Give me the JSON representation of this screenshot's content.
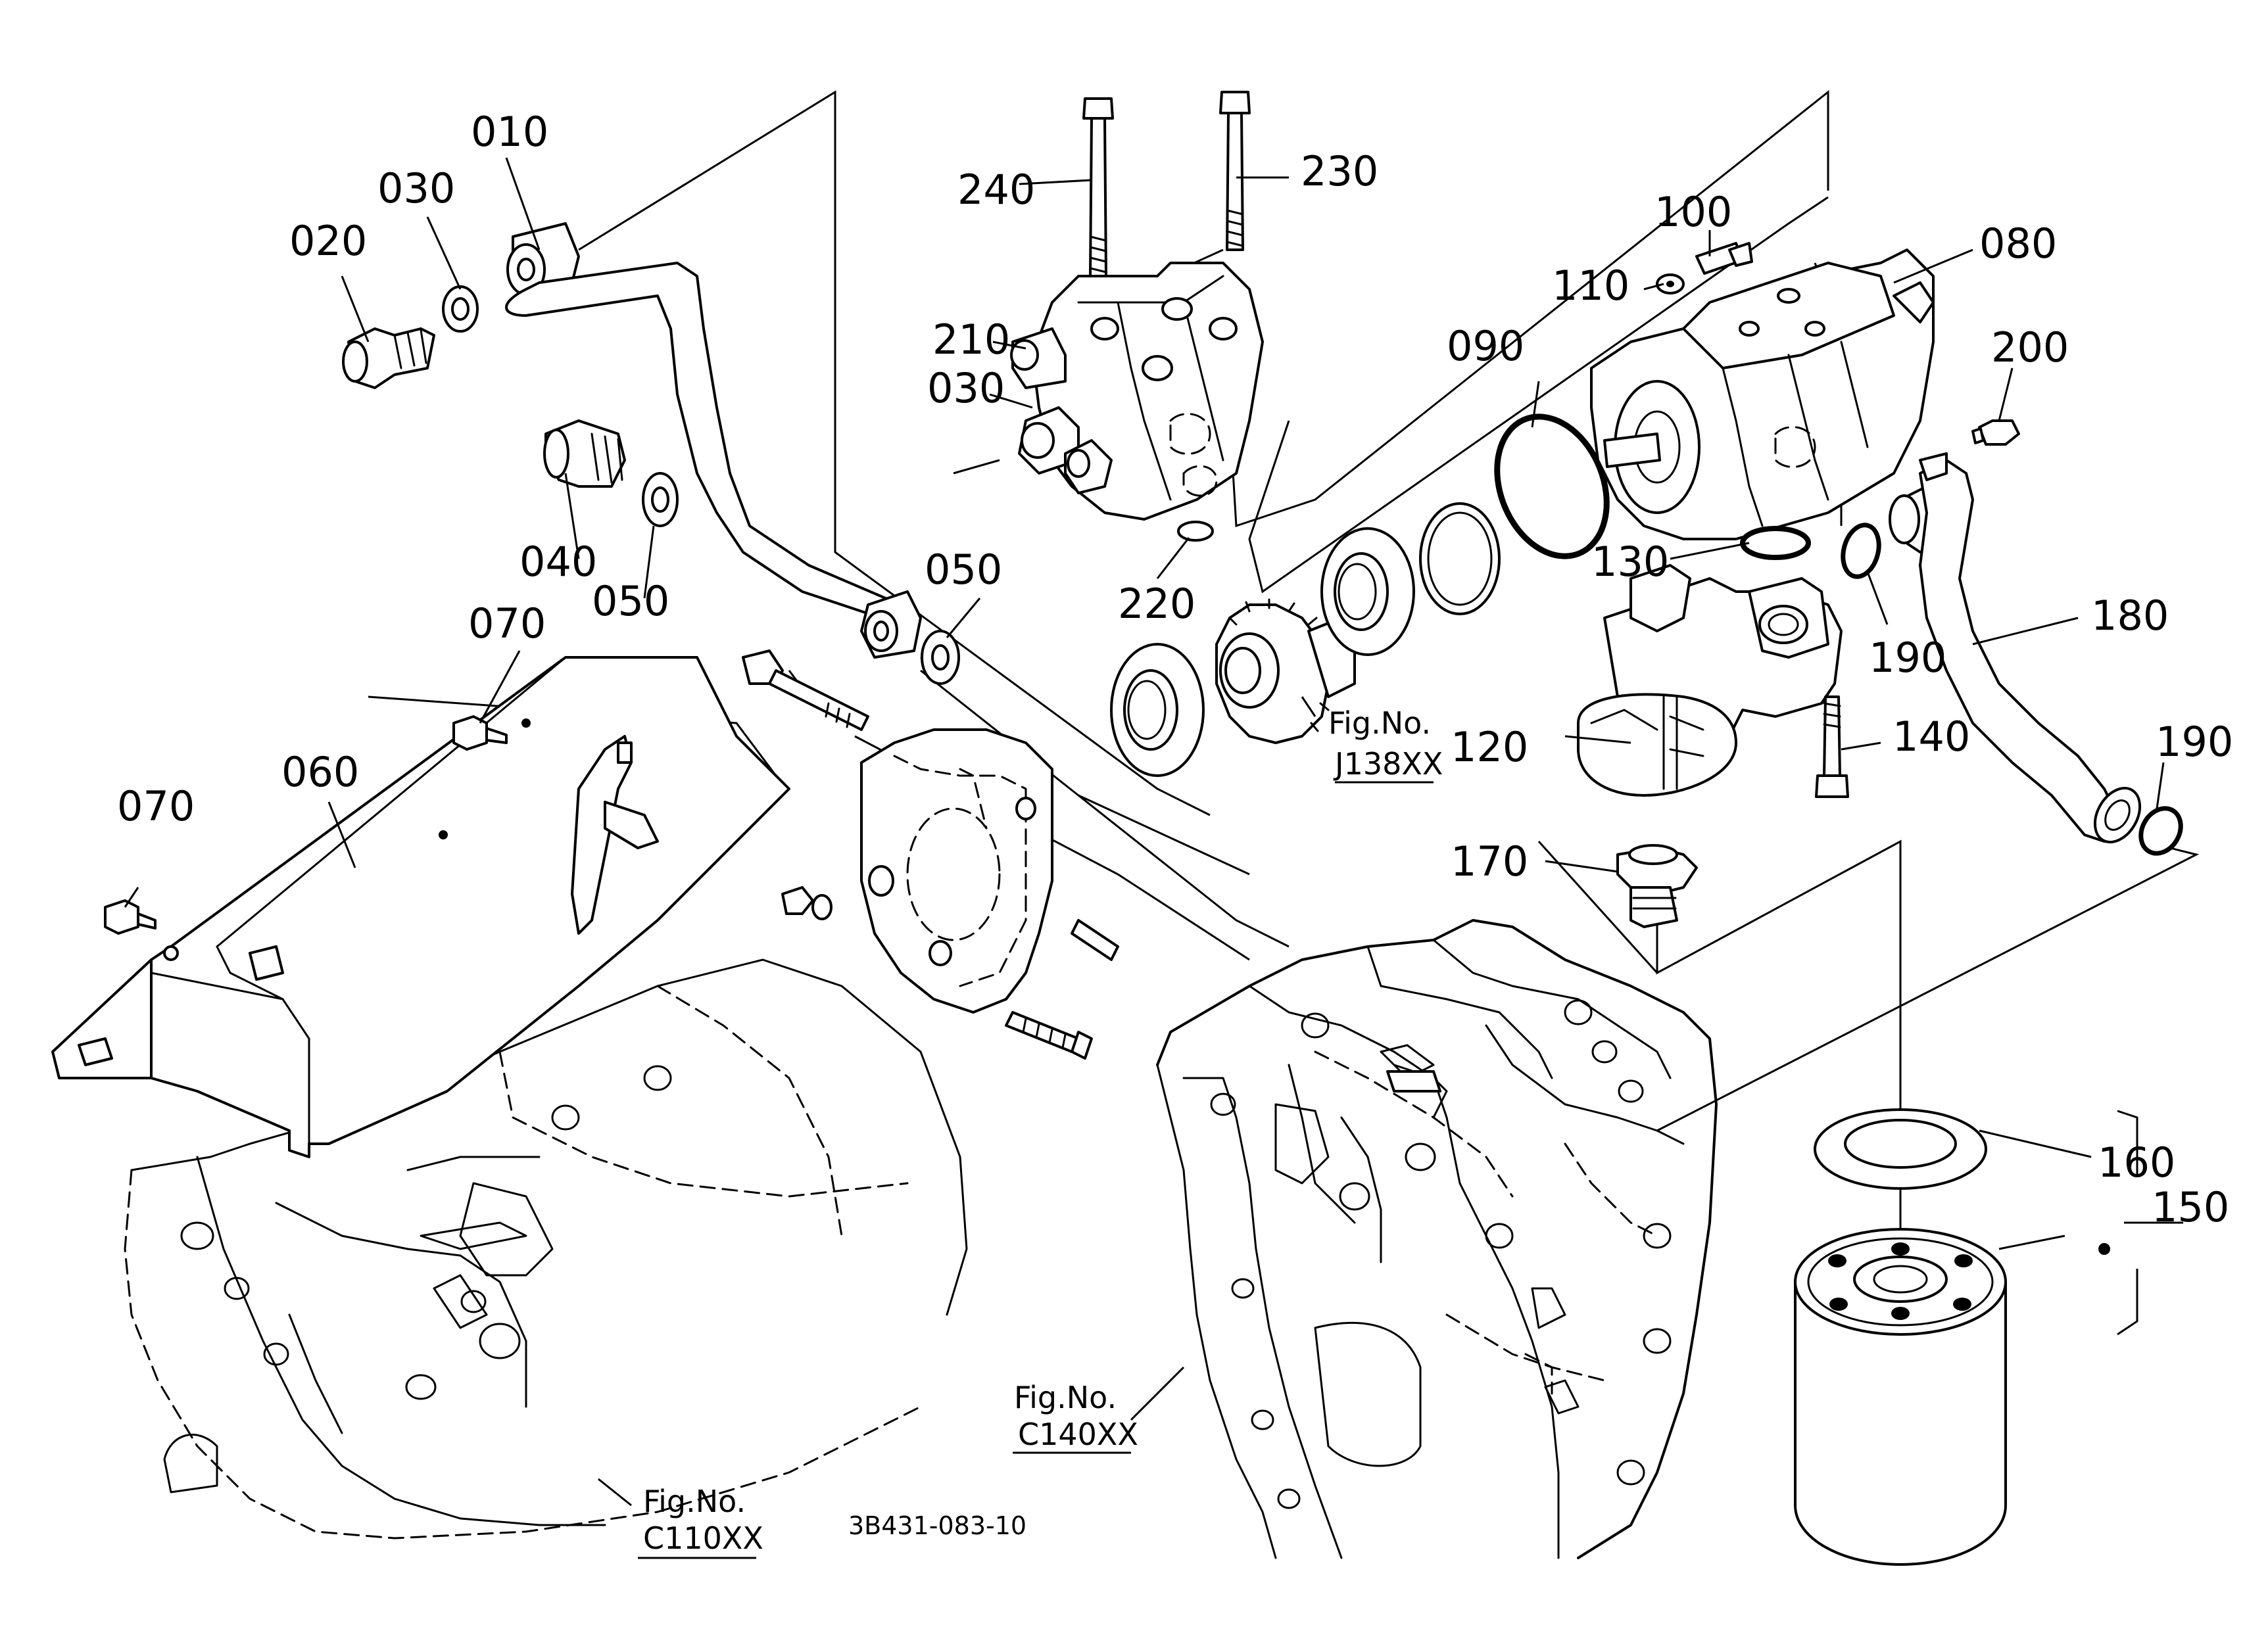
{
  "drawing_code": "3B431-083-10",
  "callouts": {
    "c010": "010",
    "c020": "020",
    "c030a": "030",
    "c030b": "030",
    "c040": "040",
    "c050a": "050",
    "c050b": "050",
    "c060": "060",
    "c070a": "070",
    "c070b": "070",
    "c080": "080",
    "c090": "090",
    "c100": "100",
    "c110": "110",
    "c120": "120",
    "c130": "130",
    "c140": "140",
    "c150": "150",
    "c160": "160",
    "c170": "170",
    "c180": "180",
    "c190a": "190",
    "c190b": "190",
    "c200": "200",
    "c210": "210",
    "c220": "220",
    "c230": "230",
    "c240": "240"
  },
  "figure_refs": {
    "j138": {
      "prefix": "Fig.No.",
      "number": "J138XX"
    },
    "c140": {
      "prefix": "Fig.No.",
      "number": "C140XX"
    },
    "c110": {
      "prefix": "Fig.No.",
      "number": "C110XX"
    }
  },
  "line_color": "#000000",
  "background_color": "#ffffff"
}
